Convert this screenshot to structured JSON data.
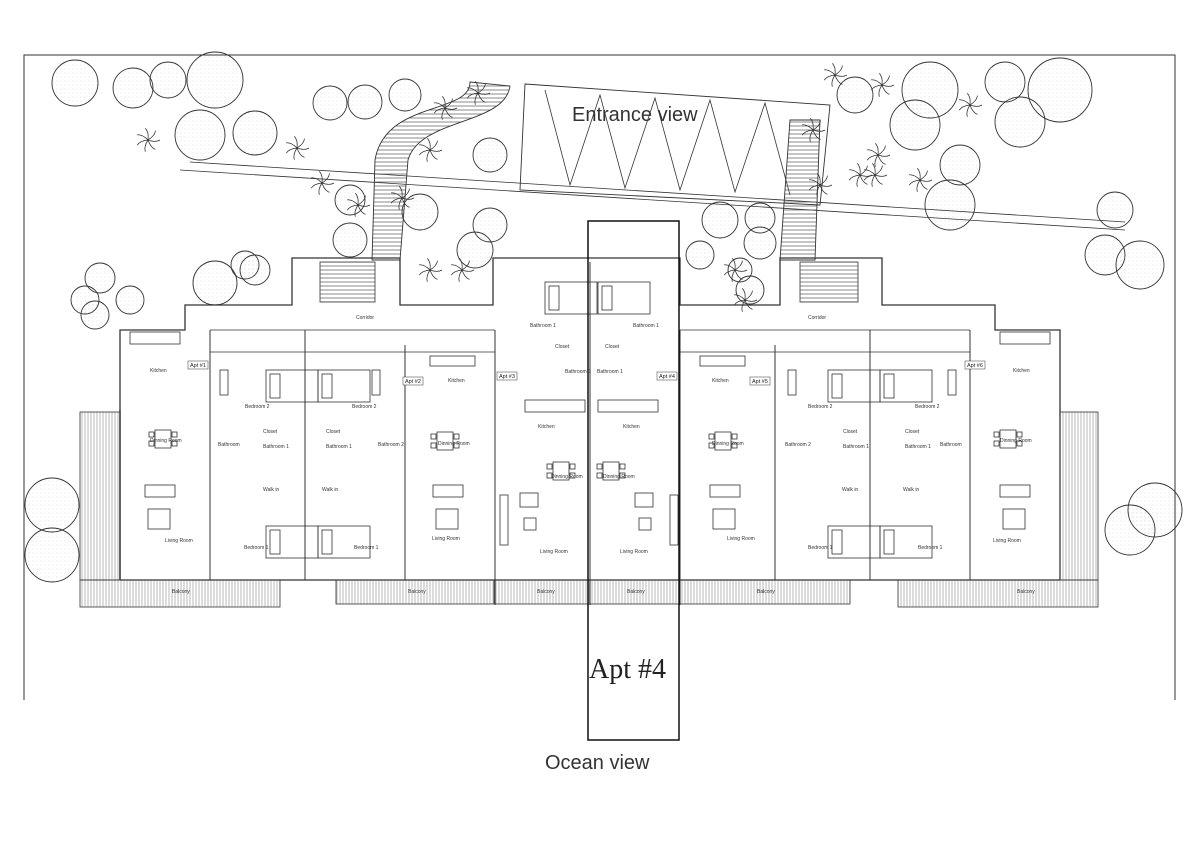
{
  "labels": {
    "entrance_view": "Entrance view",
    "ocean_view": "Ocean view",
    "apt4_callout": "Apt #4"
  },
  "apartments": [
    "Apt #1",
    "Apt #2",
    "Apt #3",
    "Apt #4",
    "Apt #5",
    "Apt #6"
  ],
  "rooms": {
    "kitchen": "Kitchen",
    "dining_room": "Dinning Room",
    "living_room": "Living Room",
    "bedroom_1": "Bedroom 1",
    "bedroom_2": "Bedroom 2",
    "bathroom": "Bathroom",
    "bathroom_1": "Bathroom 1",
    "bathroom_2": "Bathroom 2",
    "closet": "Closet",
    "walk_in": "Walk in",
    "balcony": "Balcony",
    "corridor": "Corridor"
  },
  "colors": {
    "line": "#333333",
    "hatch": "#777777",
    "background": "#ffffff"
  }
}
